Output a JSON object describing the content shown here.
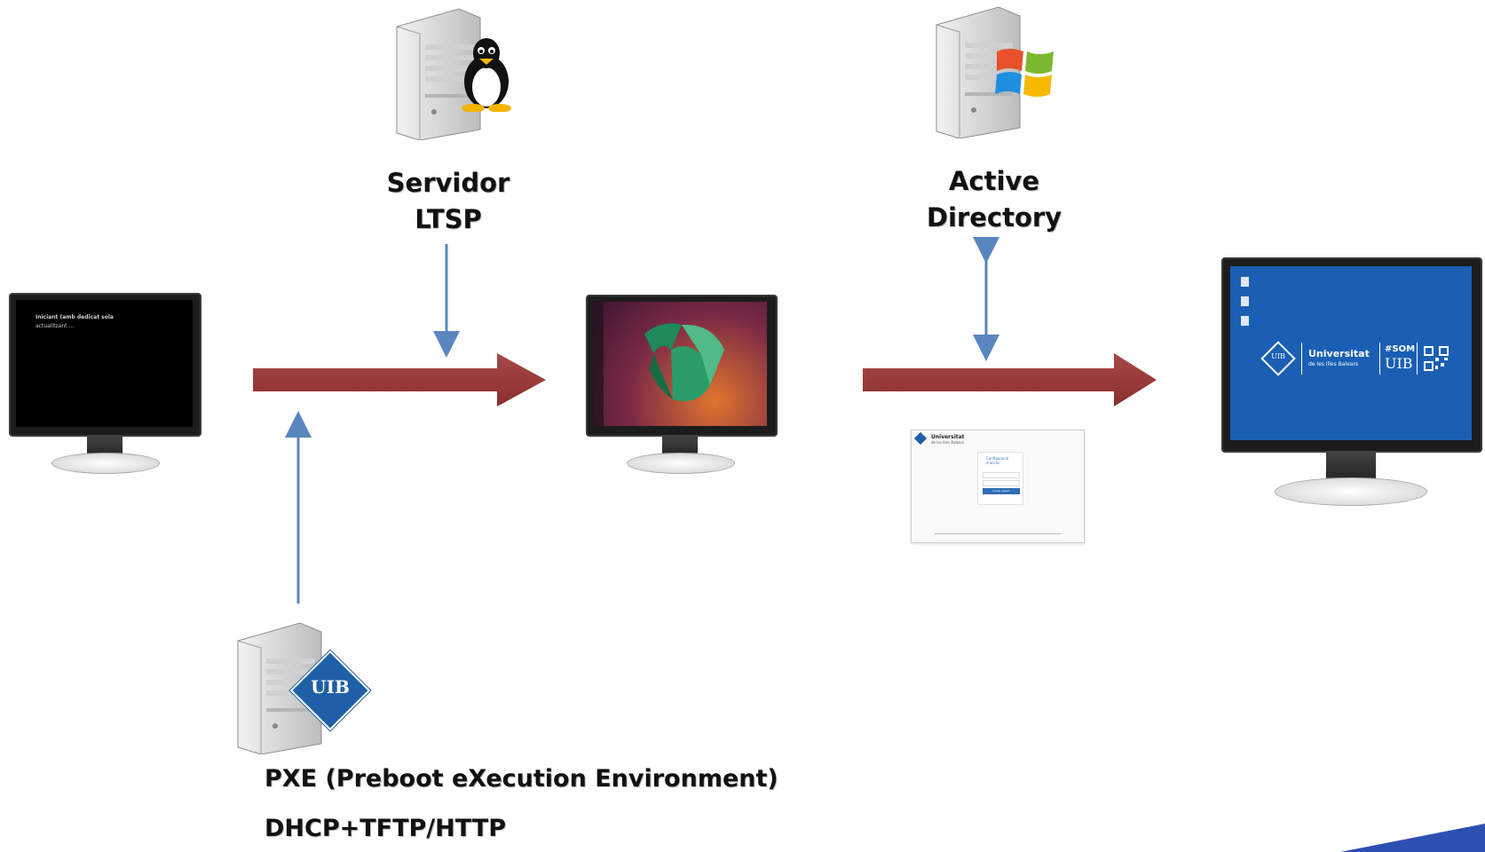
{
  "nodes": {
    "ltsp_server": {
      "line1": "Servidor",
      "line2": "LTSP"
    },
    "active_directory": {
      "line1": "Active",
      "line2": "Directory"
    },
    "pxe_server": {
      "line1": "PXE (Preboot eXecution Environment)",
      "line2": "DHCP+TFTP/HTTP",
      "badge_text": "UIB"
    }
  },
  "screens": {
    "boot_screen": {
      "line1": "Iniciant (amb dedicat sola",
      "line2": "actualitzant ..."
    },
    "login_page": {
      "brand": "Universitat",
      "brand_sub": "de les Illes Balears",
      "form_title": "Configuració",
      "form_subtitle": "d'accés",
      "button": "Iniciar sessió"
    },
    "desktop": {
      "logo_text": "UIB",
      "brand": "Universitat",
      "brand_sub": "de les Illes Balears",
      "tag": "#SOM",
      "tag2": "UIB"
    }
  },
  "colors": {
    "main_arrow": "#9b3b3b",
    "connector_arrow": "#5a86c0",
    "uib_blue": "#1f5fa6",
    "desktop_blue": "#1a5fb4"
  }
}
